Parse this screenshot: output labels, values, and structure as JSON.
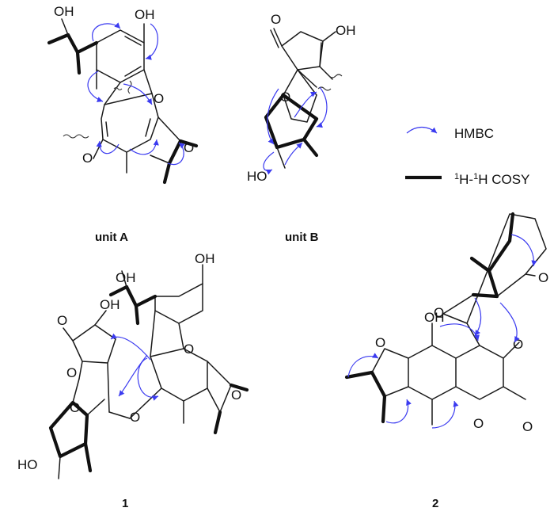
{
  "figure": {
    "panels": [
      {
        "caption": "unit  A"
      },
      {
        "caption": "unit B"
      },
      {
        "caption": "1"
      },
      {
        "caption": "2"
      }
    ],
    "legend": {
      "hmbc_label": "HMBC",
      "cosy_label_pre": "1",
      "cosy_label_mid": "H-",
      "cosy_label_sup2": "1",
      "cosy_label_post": "H COSY",
      "hmbc_color": "#3b3bf0",
      "cosy_color": "#111111"
    },
    "atoms": {
      "oh": "OH",
      "ho": "HO",
      "o": "O"
    }
  }
}
